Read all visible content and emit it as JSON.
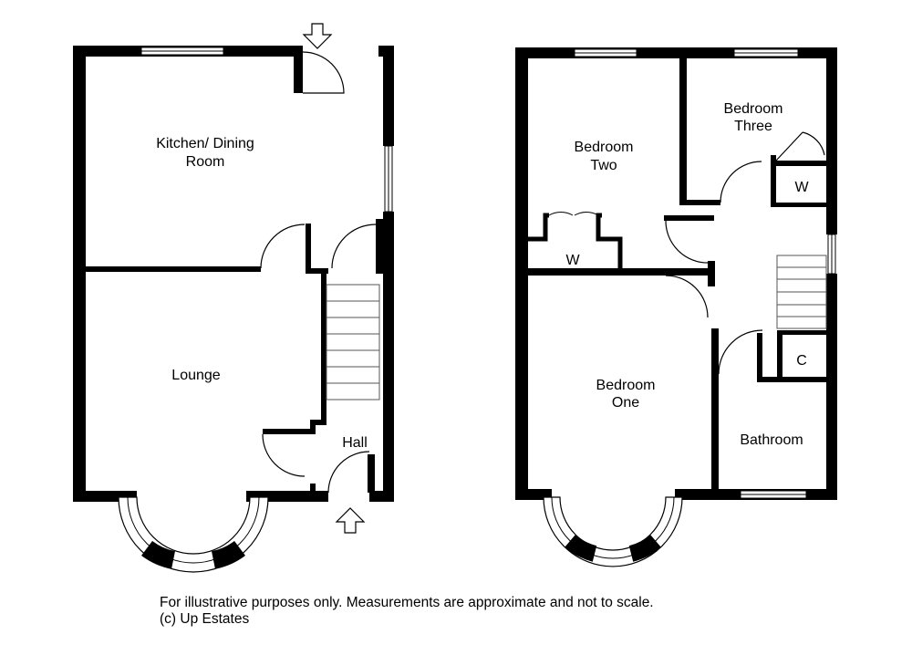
{
  "ground_floor": {
    "rooms": {
      "kitchen_line1": "Kitchen/ Dining",
      "kitchen_line2": "Room",
      "lounge": "Lounge",
      "hall": "Hall"
    }
  },
  "first_floor": {
    "rooms": {
      "bed_two_line1": "Bedroom",
      "bed_two_line2": "Two",
      "bed_three_line1": "Bedroom",
      "bed_three_line2": "Three",
      "bed_one_line1": "Bedroom",
      "bed_one_line2": "One",
      "bathroom": "Bathroom",
      "wardrobe_a": "W",
      "wardrobe_b": "W",
      "cupboard": "C"
    }
  },
  "footer": {
    "disclaimer": "For illustrative purposes only. Measurements are approximate and not to scale.",
    "copyright": "(c) Up Estates"
  }
}
